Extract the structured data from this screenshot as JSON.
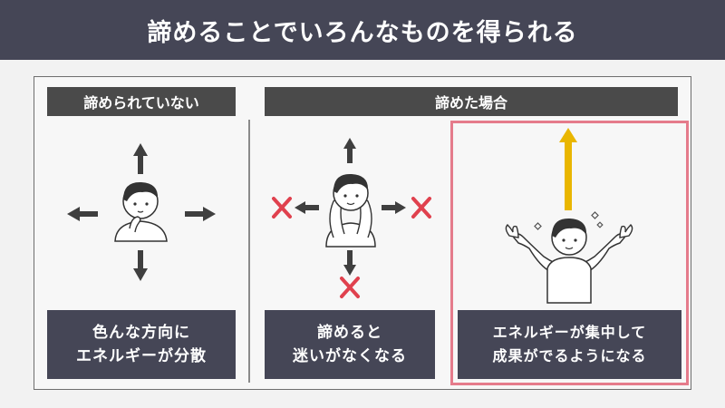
{
  "header": {
    "title": "諦めることでいろんなものを得られる"
  },
  "left": {
    "label": "諦められていない",
    "caption_line1": "色んな方向に",
    "caption_line2": "エネルギーが分散"
  },
  "right": {
    "label": "諦めた場合",
    "middle_caption_line1": "諦めると",
    "middle_caption_line2": "迷いがなくなる",
    "right_caption_line1": "エネルギーが集中して",
    "right_caption_line2": "成果がでるようになる"
  },
  "colors": {
    "header_bg": "#454656",
    "caption_bg": "#454656",
    "label_bg": "#4a4a4a",
    "arrow": "#3f3f3f",
    "cross": "#e0414e",
    "highlight_border": "#e57b8b",
    "energy_arrow": "#e9b600"
  }
}
